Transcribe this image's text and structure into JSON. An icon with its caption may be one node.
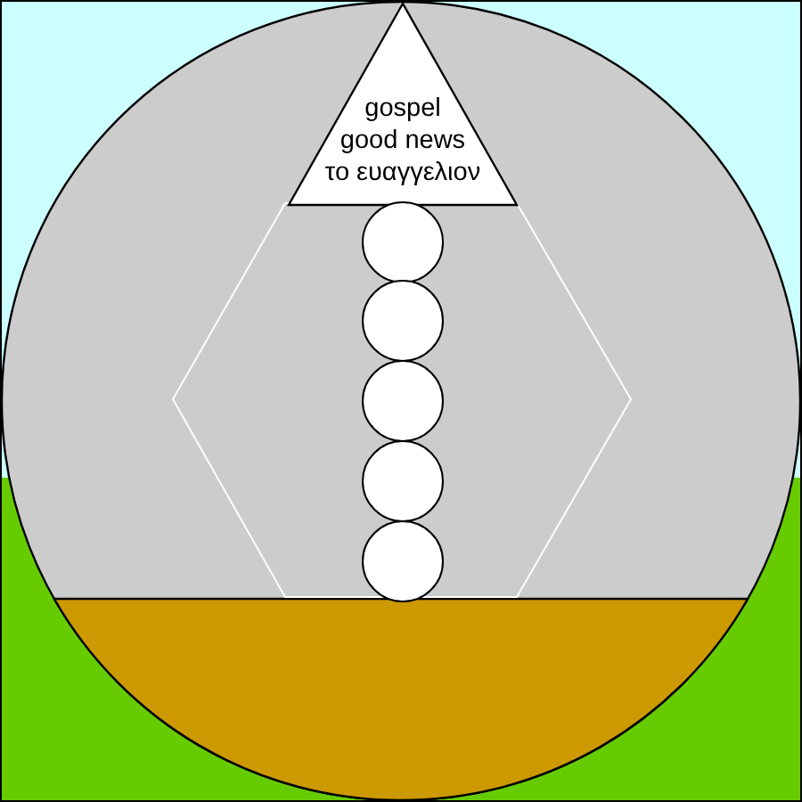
{
  "diagram": {
    "nodes": [
      {
        "text": [
          "gospel",
          "good news",
          "το ευαγγελιον"
        ]
      },
      {
        "text": [],
        "shape": "circle"
      },
      {
        "text": [],
        "shape": "circle"
      },
      {
        "text": [],
        "shape": "circle"
      },
      {
        "text": [],
        "shape": "circle"
      },
      {
        "text": [],
        "shape": "circle"
      }
    ]
  }
}
